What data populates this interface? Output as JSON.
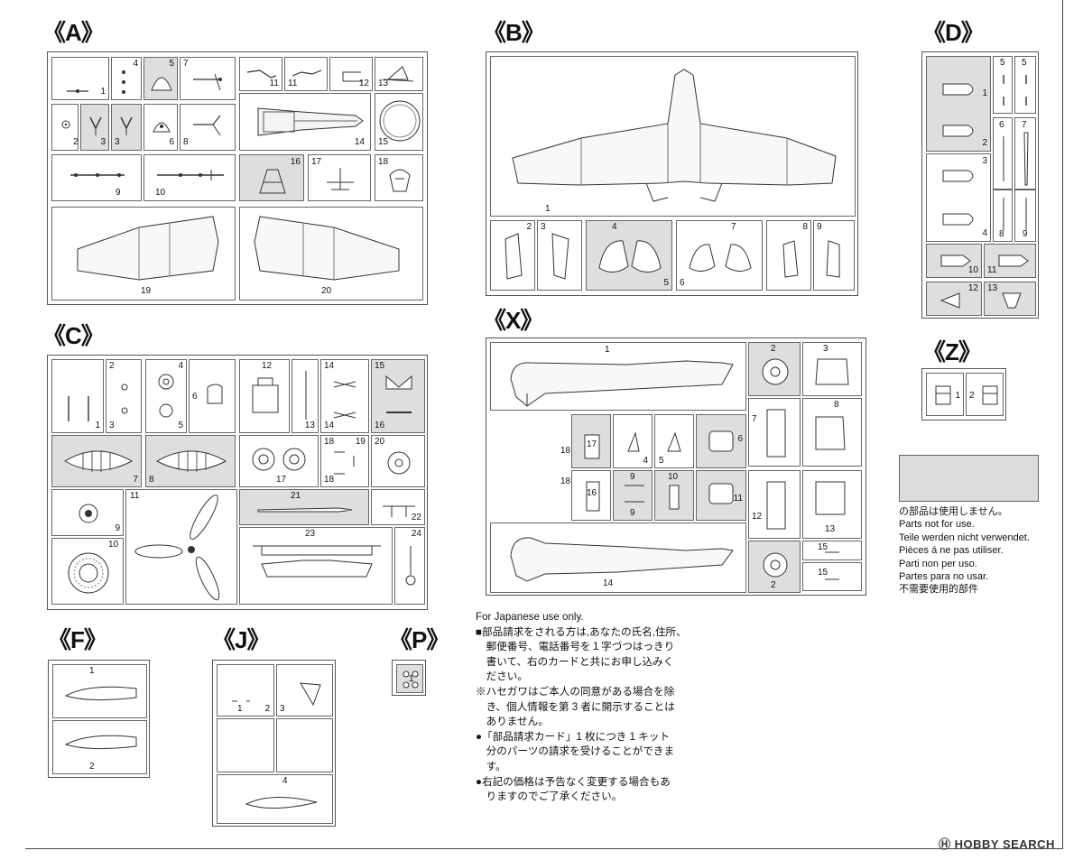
{
  "sprues": {
    "A": {
      "title": "《A》"
    },
    "B": {
      "title": "《B》"
    },
    "C": {
      "title": "《C》"
    },
    "D": {
      "title": "《D》"
    },
    "F": {
      "title": "《F》"
    },
    "J": {
      "title": "《J》"
    },
    "P": {
      "title": "《P》"
    },
    "X": {
      "title": "《X》"
    },
    "Z": {
      "title": "《Z》"
    }
  },
  "labels": {
    "A": [
      "1",
      "4",
      "5",
      "7",
      "11",
      "11",
      "12",
      "13",
      "2",
      "3",
      "3",
      "6",
      "8",
      "14",
      "15",
      "9",
      "10",
      "16",
      "17",
      "18",
      "19",
      "20"
    ],
    "B": [
      "1",
      "2",
      "3",
      "4",
      "5",
      "6",
      "7",
      "8",
      "9"
    ],
    "C": [
      "1",
      "2",
      "3",
      "4",
      "5",
      "6",
      "12",
      "13",
      "14",
      "14",
      "15",
      "16",
      "7",
      "8",
      "17",
      "18",
      "19",
      "18",
      "20",
      "9",
      "11",
      "21",
      "22",
      "10",
      "23",
      "24"
    ],
    "D": [
      "1",
      "2",
      "5",
      "5",
      "6",
      "7",
      "3",
      "4",
      "8",
      "9",
      "10",
      "11",
      "12",
      "13"
    ],
    "X": [
      "1",
      "2",
      "3",
      "7",
      "8",
      "17",
      "18",
      "4",
      "5",
      "6",
      "16",
      "18",
      "9",
      "9",
      "10",
      "11",
      "12",
      "13",
      "14",
      "15",
      "15",
      "2"
    ],
    "Z": [
      "1",
      "2"
    ],
    "F": [
      "1",
      "2"
    ],
    "J": [
      "1",
      "2",
      "3",
      "4"
    ],
    "P": [
      "1"
    ]
  },
  "not_used": {
    "lines": [
      "の部品は使用しません。",
      "Parts not for use.",
      "Teile werden nicht verwendet.",
      "Pièces á ne pas utiliser.",
      "Parti non per uso.",
      "Partes para no usar.",
      "不需要使用的部件"
    ]
  },
  "japanese_note": {
    "header": "For Japanese use only.",
    "lines": [
      "■部品請求をされる方は,あなたの氏名,住所、",
      "　郵便番号、電話番号を１字づつはっきり",
      "　書いて、右のカードと共にお申し込みく",
      "　ださい。",
      "※ハセガワはご本人の同意がある場合を除",
      "　き、個人情報を第 3 者に開示することは",
      "　ありません。",
      "●「部品請求カード」1 枚につき 1 キット",
      "　分のパーツの請求を受けることができま",
      "　す。",
      "●右記の価格は予告なく変更する場合もあ",
      "　りますのでご了承ください。"
    ]
  },
  "watermark": {
    "text": "HOBBY SEARCH",
    "logo_glyph": "Ⓗ"
  }
}
